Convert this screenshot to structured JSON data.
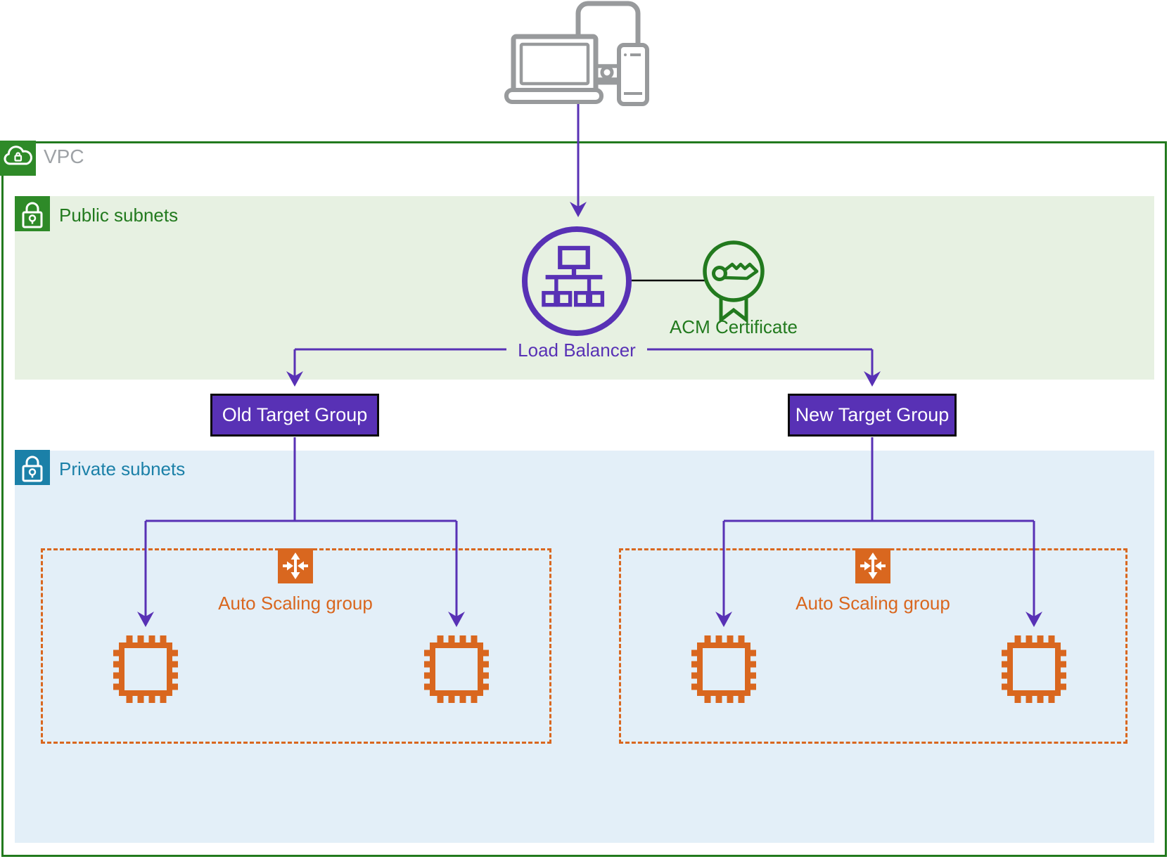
{
  "colors": {
    "purple": "#5831B5",
    "green": "#227A1E",
    "green-icon": "#2E8A28",
    "green-band": "#E7F1E2",
    "teal": "#1B80A8",
    "blue-band": "#E3EFF8",
    "orange": "#D9671F",
    "gray": "#989A9C",
    "vpc-text": "#9EA2A6",
    "black": "#0B0B0B",
    "white": "#FFFFFF"
  },
  "diagram": {
    "vpc": {
      "label": "VPC"
    },
    "public_subnets": {
      "label": "Public subnets"
    },
    "private_subnets": {
      "label": "Private subnets"
    },
    "load_balancer": {
      "label": "Load Balancer"
    },
    "acm_certificate": {
      "label": "ACM Certificate"
    },
    "old_target_group": {
      "label": "Old Target Group"
    },
    "new_target_group": {
      "label": "New Target Group"
    },
    "auto_scaling_left": {
      "label": "Auto Scaling group"
    },
    "auto_scaling_right": {
      "label": "Auto Scaling group"
    }
  },
  "icons": {
    "client_devices": "client-devices-icon",
    "vpc_cloud_lock": "cloud-lock-icon",
    "subnet_lock": "lock-icon",
    "load_balancer": "load-balancer-icon",
    "acm_certificate": "certificate-key-badge-icon",
    "auto_scaling": "auto-scaling-arrows-icon",
    "ec2_instance": "ec2-chip-icon"
  }
}
